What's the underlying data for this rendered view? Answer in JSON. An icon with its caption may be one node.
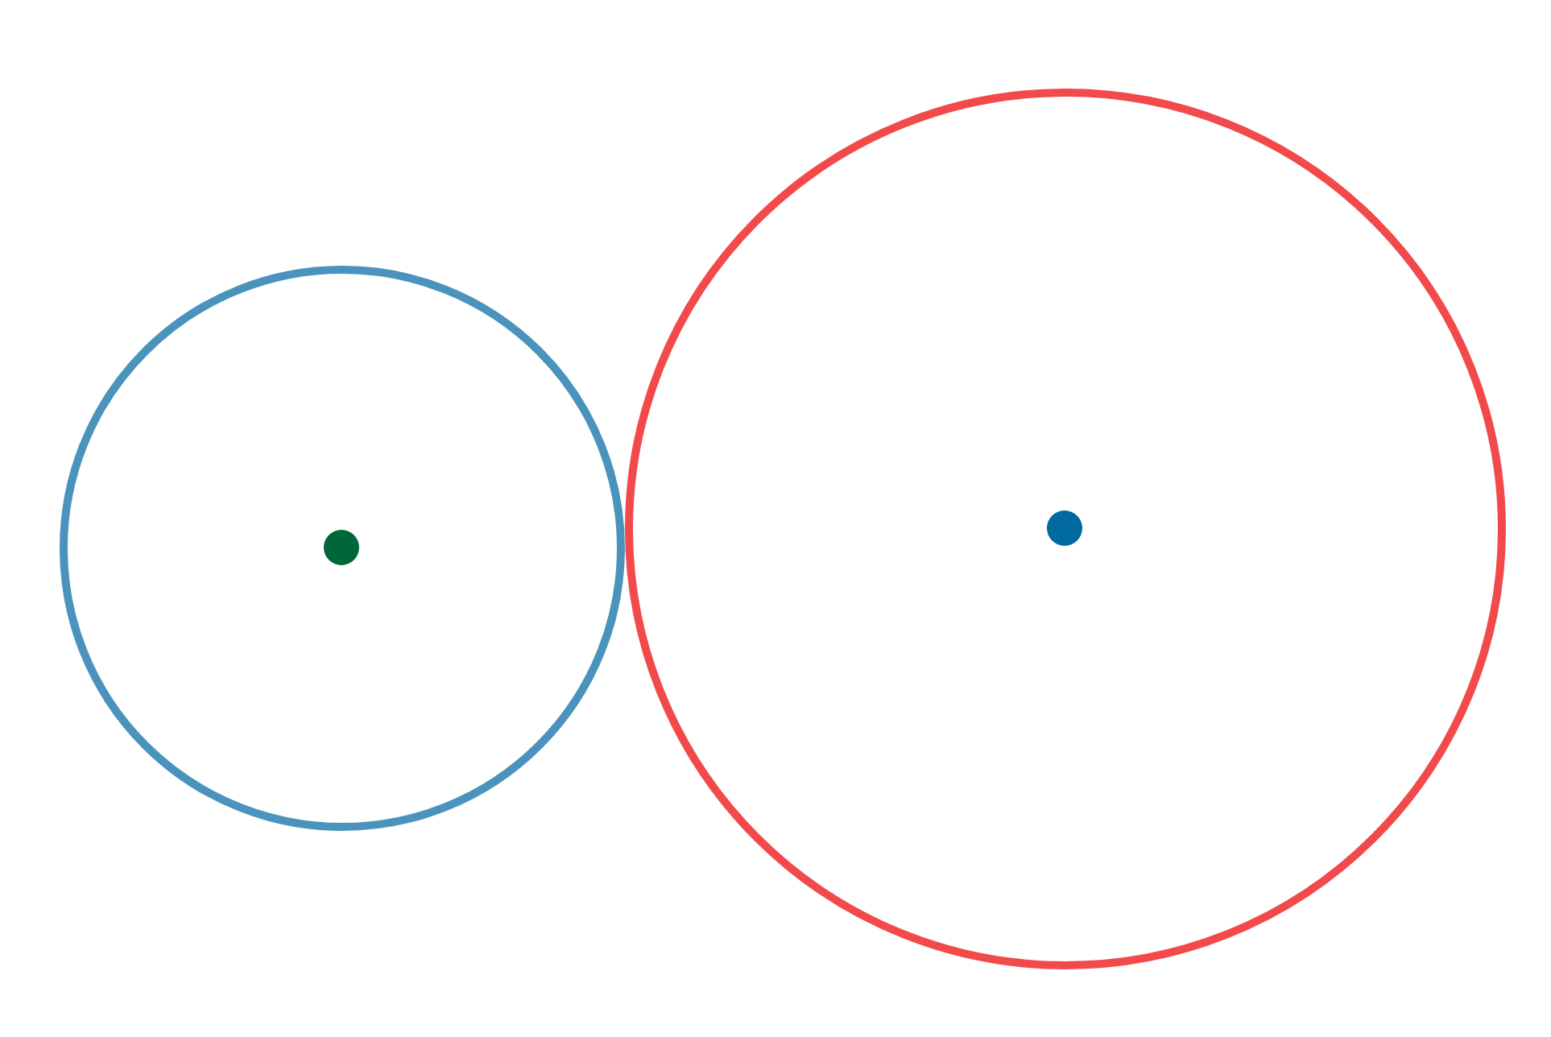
{
  "diagram": {
    "nodes": [
      {
        "text": [],
        "shape": "circle"
      },
      {
        "text": [],
        "shape": "circle",
        "in": 0
      },
      {
        "text": [],
        "shape": "circle"
      },
      {
        "text": [],
        "shape": "circle",
        "in": 2
      }
    ]
  }
}
